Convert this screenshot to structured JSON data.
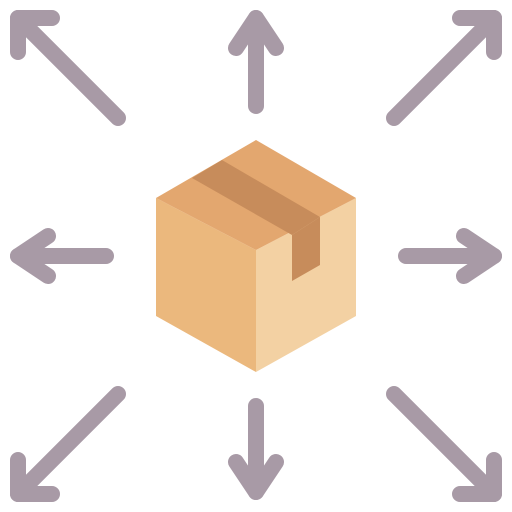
{
  "icon": {
    "name": "package-distribution-icon",
    "colors": {
      "background": "#ffffff",
      "arrow": "#A89AA6",
      "box_left": "#EBB87D",
      "box_right": "#F3D1A3",
      "box_top": "#E3A76F",
      "tape": "#C78C5B"
    },
    "arrows": [
      {
        "name": "arrow-up-icon",
        "direction": "up"
      },
      {
        "name": "arrow-down-icon",
        "direction": "down"
      },
      {
        "name": "arrow-left-icon",
        "direction": "left"
      },
      {
        "name": "arrow-right-icon",
        "direction": "right"
      },
      {
        "name": "arrow-up-left-icon",
        "direction": "up-left"
      },
      {
        "name": "arrow-up-right-icon",
        "direction": "up-right"
      },
      {
        "name": "arrow-down-left-icon",
        "direction": "down-left"
      },
      {
        "name": "arrow-down-right-icon",
        "direction": "down-right"
      }
    ]
  }
}
